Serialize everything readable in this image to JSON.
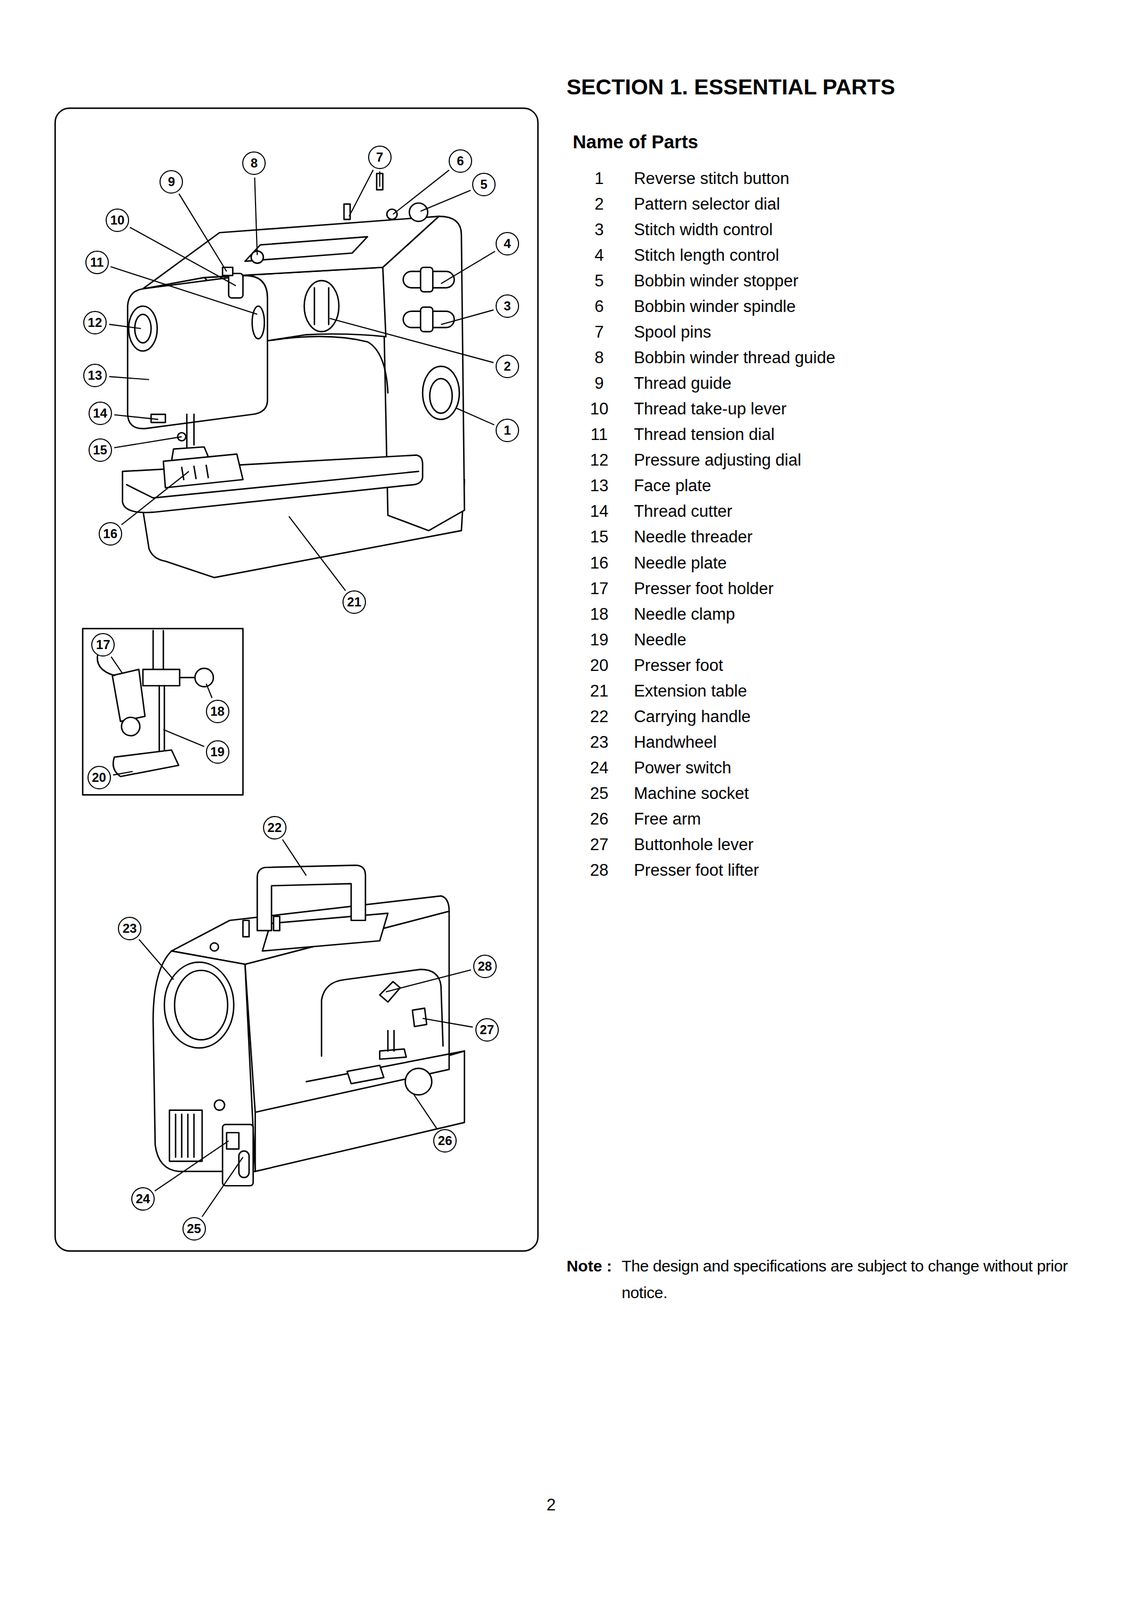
{
  "diagram": {
    "title": "SECTION 1. ESSENTIAL PARTS",
    "labels": [
      "Name of Parts",
      "1",
      "Reverse stitch button",
      "2",
      "Pattern selector dial",
      "3",
      "Stitch width control",
      "4",
      "Stitch length control",
      "5",
      "Bobbin winder stopper",
      "6",
      "Bobbin winder spindle",
      "7",
      "Spool pins",
      "8",
      "Bobbin winder thread guide",
      "9",
      "Thread guide",
      "10",
      "Thread take-up lever",
      "11",
      "Thread tension dial",
      "12",
      "Pressure adjusting dial",
      "13",
      "Face plate",
      "14",
      "Thread cutter",
      "15",
      "Needle threader",
      "16",
      "Needle plate",
      "17",
      "Presser foot holder",
      "18",
      "Needle clamp",
      "19",
      "Needle",
      "20",
      "Presser foot",
      "21",
      "Extension table",
      "22",
      "Carrying handle",
      "23",
      "Handwheel",
      "24",
      "Power switch",
      "25",
      "Machine socket",
      "26",
      "Free arm",
      "27",
      "Buttonhole lever",
      "28",
      "Presser foot lifter",
      "1",
      "2",
      "3",
      "4",
      "5",
      "6",
      "7",
      "8",
      "9",
      "10",
      "11",
      "12",
      "13",
      "14",
      "15",
      "16",
      "17",
      "18",
      "19",
      "20",
      "21",
      "22",
      "23",
      "24",
      "25",
      "26",
      "27",
      "28",
      "Note :",
      "The design and specifications are subject to change without prior notice.",
      "2"
    ]
  }
}
